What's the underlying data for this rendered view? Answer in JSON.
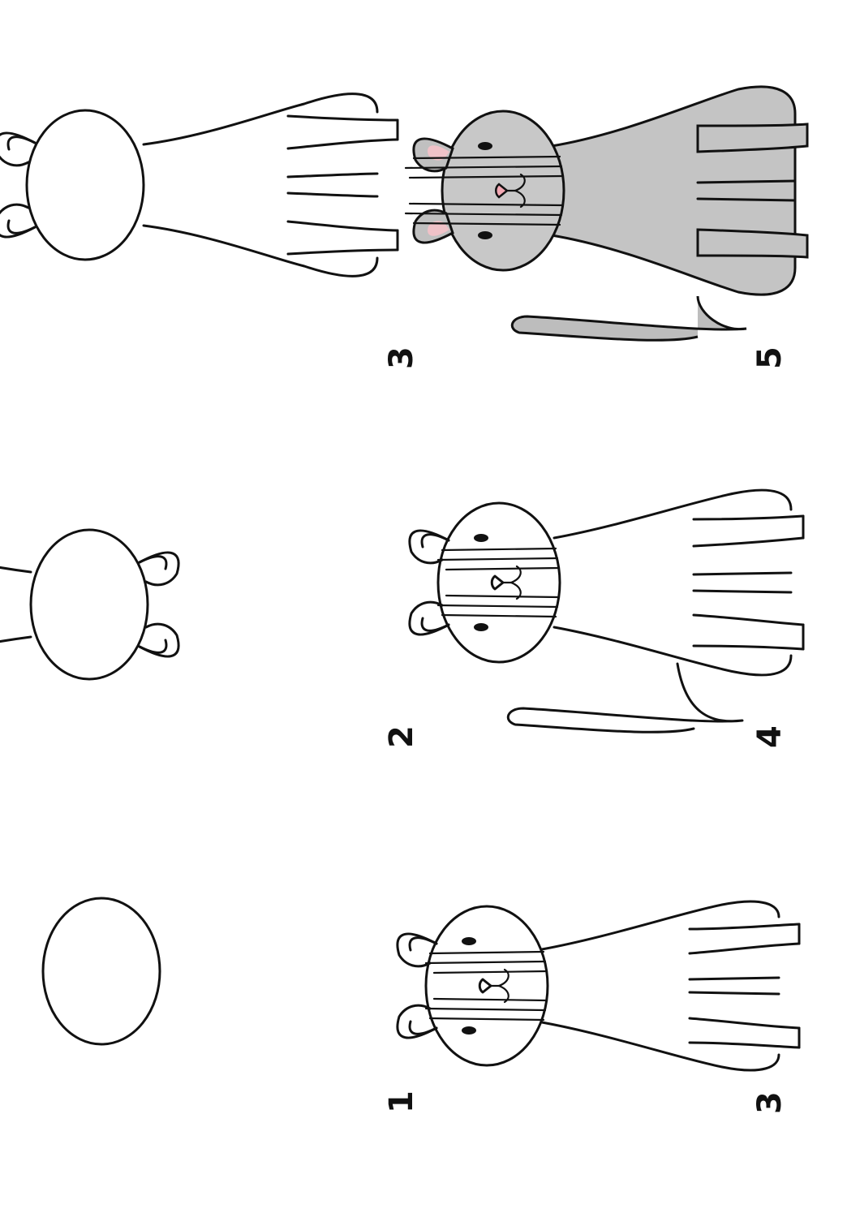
{
  "steps": [
    {
      "label": "1"
    },
    {
      "label": "2"
    },
    {
      "label": "3"
    },
    {
      "label": "3"
    },
    {
      "label": "4"
    },
    {
      "label": "5"
    }
  ],
  "colors": {
    "ink": "#111111",
    "paper": "#ffffff",
    "coat_gray": "#b9b9b9",
    "coat_light": "#d6d6d6",
    "inner_ear_pink": "#f0c2c8",
    "nose_pink": "#f3a9b4"
  },
  "icons": {
    "cat": "cat-drawing"
  }
}
